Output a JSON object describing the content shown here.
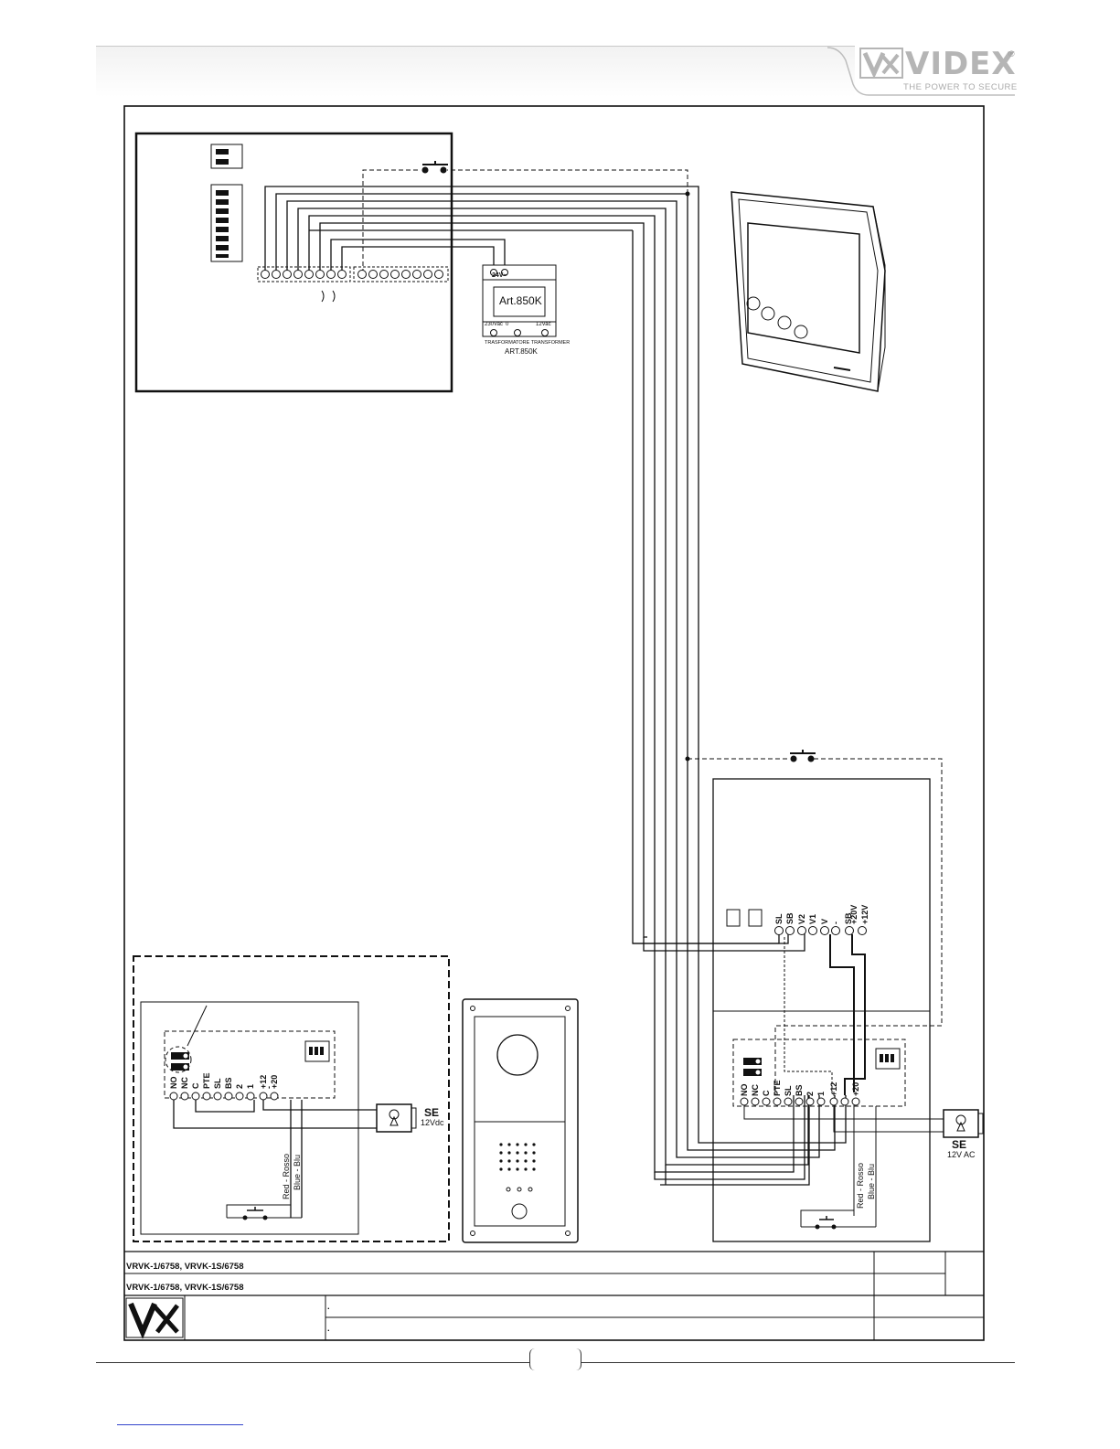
{
  "brand": {
    "name": "VIDEX",
    "registered": "®",
    "tagline": "THE POWER TO SECURE"
  },
  "transformer": {
    "model_label": "Art.850K",
    "input_label": "230Vac",
    "zero_label": "0",
    "output_label": "12Vac",
    "top_label": "24V~",
    "caption_small": "TRASFORMATORE TRANSFORMER",
    "caption_model": "ART.850K"
  },
  "power_unit_terminals": {
    "left": [
      "SL",
      "SB",
      "V2",
      "V1",
      "V",
      "-",
      "SB",
      "+20V",
      "+12V"
    ]
  },
  "panel_terminals": {
    "module": [
      "NO",
      "NC",
      "C",
      "PTE",
      "SL",
      "BS",
      "2",
      "1",
      "+12",
      "-",
      "+20"
    ]
  },
  "lock_left": {
    "code": "SE",
    "voltage": "12Vdc"
  },
  "lock_right": {
    "code": "SE",
    "voltage": "12V AC"
  },
  "wires": {
    "red": "Red - Rosso",
    "blue": "Blue - Blu"
  },
  "title_block": {
    "line1": "VRVK-1/6758, VRVK-1S/6758",
    "line2": "VRVK-1/6758, VRVK-1S/6758",
    "dot1": ".",
    "dot2": "."
  }
}
